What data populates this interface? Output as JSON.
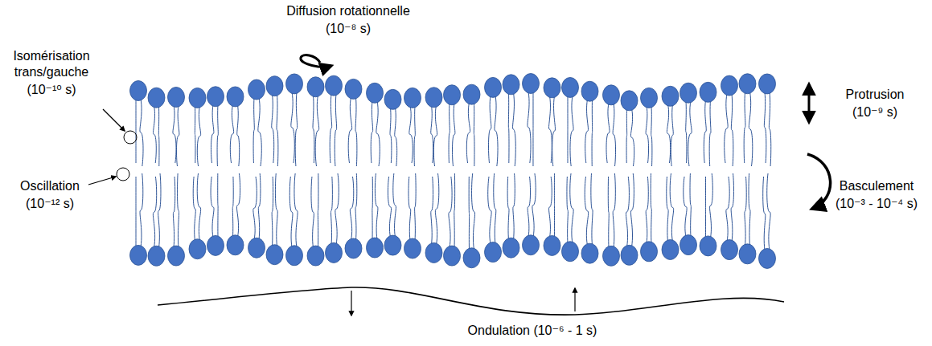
{
  "diagram": {
    "labels": [
      "Diffusion rotationnelle",
      "(10⁻⁸ s)",
      "Isomérisation trans/gauche",
      "(10⁻¹⁰ s)",
      "Oscillation",
      "(10⁻¹² s)",
      "Protrusion",
      "(10⁻⁹ s)",
      "Basculement",
      "(10⁻³ - 10⁻⁴ s)",
      "Ondulation (10⁻⁶ - 1 s)"
    ]
  }
}
